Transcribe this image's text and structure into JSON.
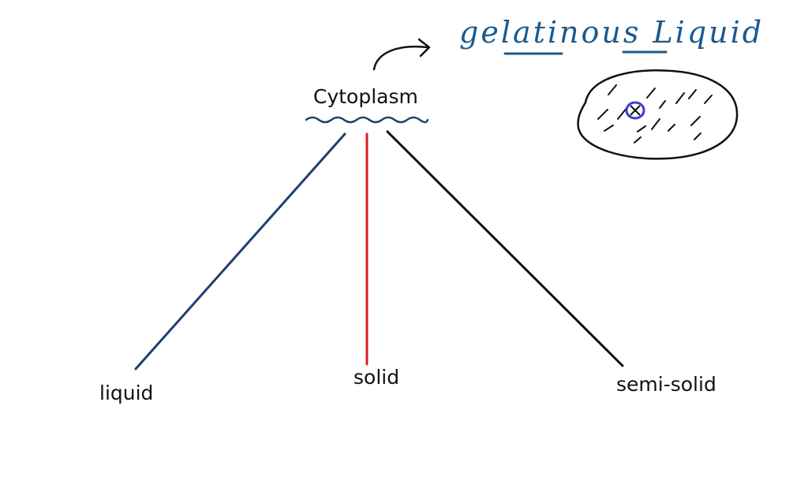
{
  "root": {
    "label": "Cytoplasm"
  },
  "branches": [
    {
      "label": "liquid",
      "color": "#1f3f6e"
    },
    {
      "label": "solid",
      "color": "#e01b1b"
    },
    {
      "label": "semi-solid",
      "color": "#111111"
    }
  ],
  "annotation": {
    "text": "gelatinous Liquid",
    "color": "#1a5a8f"
  },
  "colors": {
    "ink": "#111111",
    "underline": "#1f3f6e",
    "annotation": "#1a5a8f",
    "cell_highlight": "#3b3bd6"
  }
}
